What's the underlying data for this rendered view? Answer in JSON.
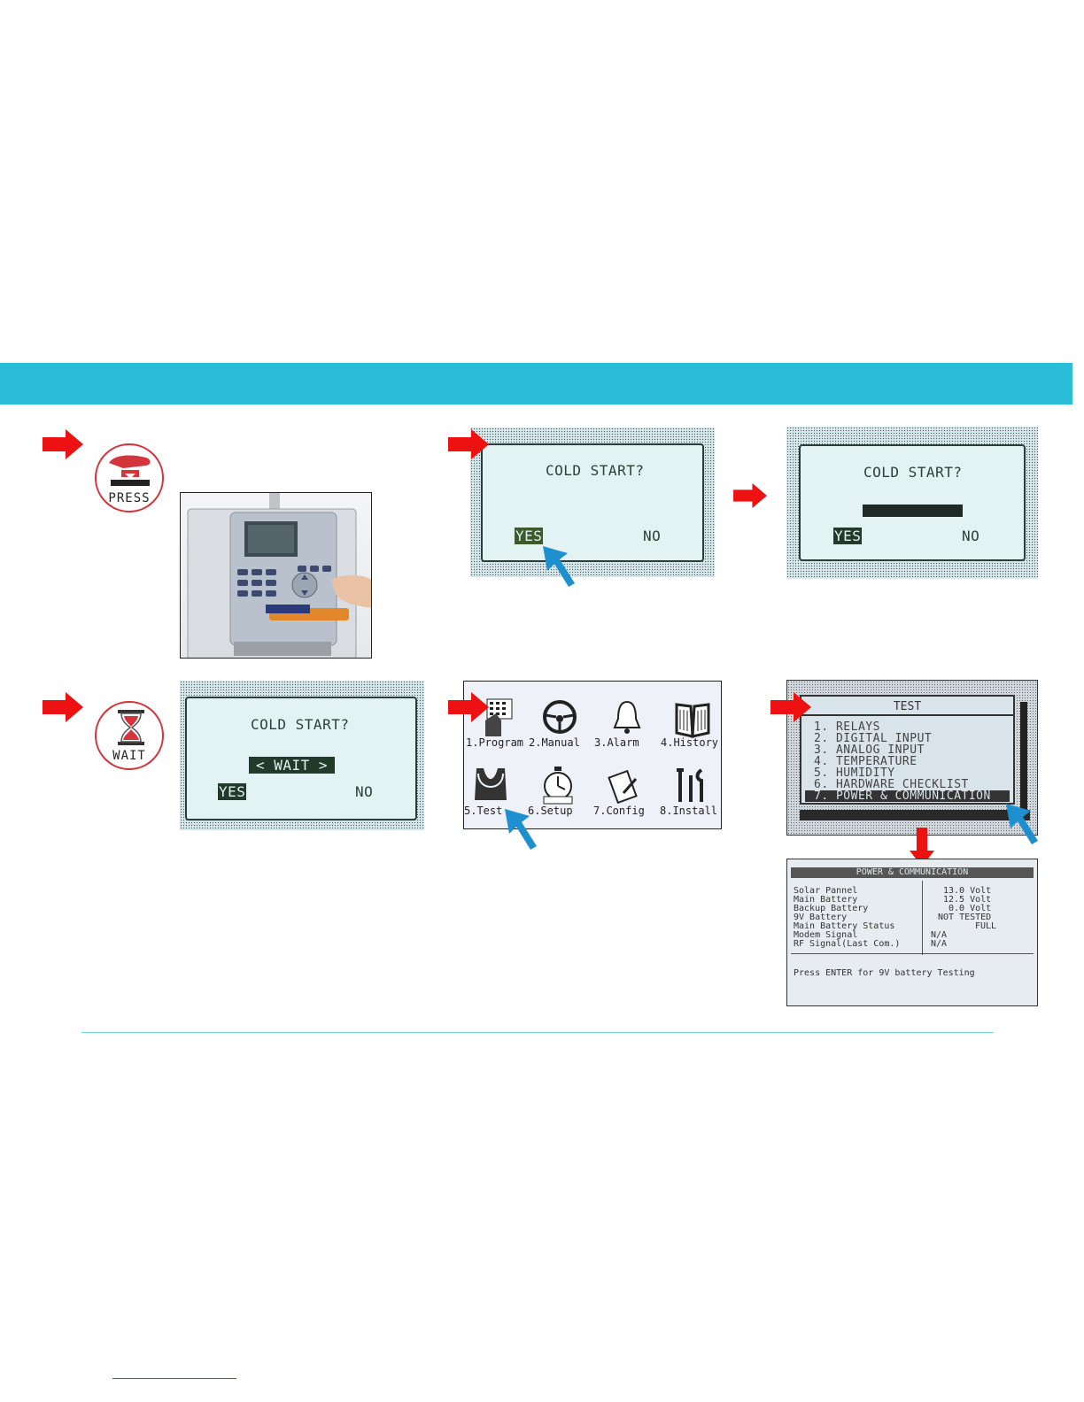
{
  "step1": {
    "badge_label": "PRESS"
  },
  "step2": {
    "question": "COLD START?",
    "yes_label": "YES",
    "no_label": "NO"
  },
  "step3": {
    "question": "COLD START?",
    "yes_label": "YES",
    "no_label": "NO"
  },
  "step4": {
    "badge_label": "WAIT",
    "question": "COLD START?",
    "wait_label": "< WAIT >",
    "yes_label": "YES",
    "no_label": "NO"
  },
  "main_menu": {
    "items": [
      {
        "label": "1.Program",
        "icon": "keypad-hand-icon"
      },
      {
        "label": "2.Manual",
        "icon": "steering-wheel-icon"
      },
      {
        "label": "3.Alarm",
        "icon": "bell-icon"
      },
      {
        "label": "4.History",
        "icon": "book-icon"
      },
      {
        "label": "5.Test",
        "icon": "stethoscope-icon"
      },
      {
        "label": "6.Setup",
        "icon": "stopwatch-icon"
      },
      {
        "label": "7.Config",
        "icon": "notebook-pen-icon"
      },
      {
        "label": "8.Install",
        "icon": "tools-icon"
      }
    ]
  },
  "test_menu": {
    "title": "TEST",
    "items": [
      "1. RELAYS",
      "2. DIGITAL INPUT",
      "3. ANALOG INPUT",
      "4. TEMPERATURE",
      "5. HUMIDITY",
      "6. HARDWARE CHECKLIST",
      "7. POWER & COMMUNICATION"
    ]
  },
  "power_comm": {
    "title": "POWER & COMMUNICATION",
    "rows": [
      {
        "label": "Solar Pannel",
        "value": "13.0 Volt"
      },
      {
        "label": "Main Battery",
        "value": "12.5 Volt"
      },
      {
        "label": "Backup Battery",
        "value": "0.0 Volt"
      },
      {
        "label": "9V Battery",
        "value": "NOT TESTED"
      },
      {
        "label": "Main Battery Status",
        "value": "FULL"
      },
      {
        "label": "Modem Signal",
        "value": "N/A"
      },
      {
        "label": "RF Signal(Last Com.)",
        "value": "N/A"
      }
    ],
    "footer": "Press ENTER for 9V battery Testing"
  },
  "colors": {
    "band": "#2bbcd8",
    "red_arrow": "#ee1111",
    "blue_arrow": "#1e8fcf",
    "lcd_text": "#2c4036"
  }
}
